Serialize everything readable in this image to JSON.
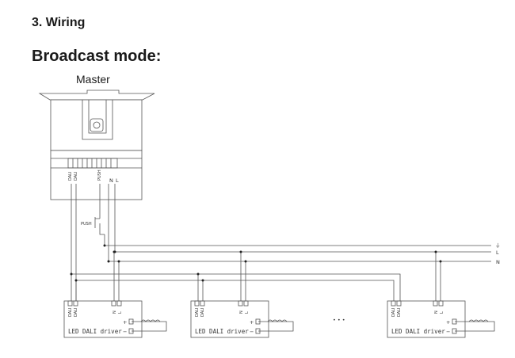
{
  "section_title": "3. Wiring",
  "mode_title": "Broadcast mode:",
  "master_label": "Master",
  "master_terminals": {
    "dali1": "DALI",
    "dali2": "DALI",
    "push": "PUSH",
    "n": "N",
    "l": "L"
  },
  "push_label": "PUSH",
  "bus_labels": {
    "earth": "⏚",
    "live": "L",
    "neutral": "N"
  },
  "driver_terminals": {
    "dali1": "DALI",
    "dali2": "DALI",
    "n": "N",
    "l": "L"
  },
  "drivers": [
    {
      "label": "LED DALI driver",
      "plus": "+",
      "minus": "−"
    },
    {
      "label": "LED DALI driver",
      "plus": "+",
      "minus": "−"
    },
    {
      "label": "LED DALI driver",
      "plus": "+",
      "minus": "−"
    }
  ],
  "ellipsis": "• • •",
  "colors": {
    "line": "#555555",
    "text": "#1a1a1a",
    "wire_dot": "#222222"
  }
}
